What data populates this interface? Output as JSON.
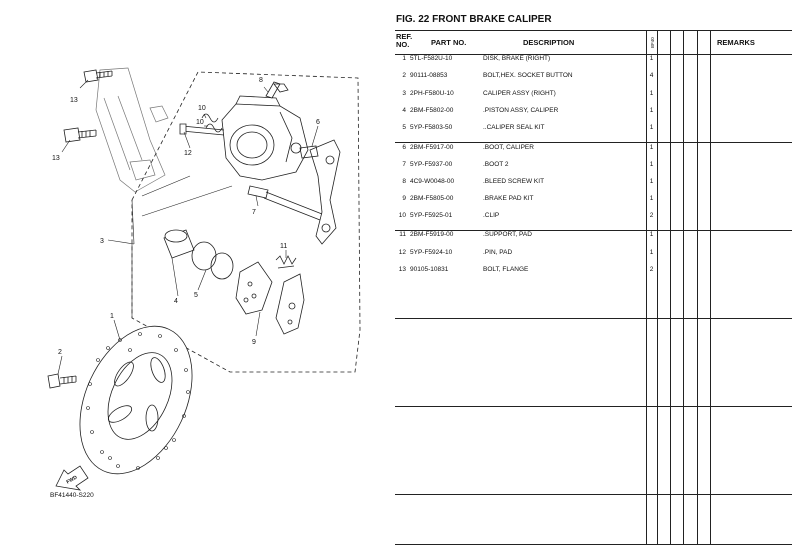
{
  "figure": {
    "title": "FIG. 22  FRONT BRAKE CALIPER"
  },
  "diagram": {
    "code": "BF41440-S220",
    "fwd_label": "FWD",
    "callouts": [
      "13",
      "13",
      "8",
      "10",
      "10",
      "12",
      "6",
      "7",
      "3",
      "11",
      "4",
      "5",
      "9",
      "1",
      "2"
    ]
  },
  "table": {
    "headers": {
      "ref_no": "REF.\nNO.",
      "part_no": "PART NO.",
      "description": "DESCRIPTION",
      "model_code": "BF40",
      "remarks": "REMARKS"
    },
    "rows": [
      {
        "ref": "1",
        "part": "5TL-F582U-10",
        "desc": "DISK, BRAKE (RIGHT)",
        "qty": "1"
      },
      {
        "ref": "2",
        "part": "90111-08853",
        "desc": "BOLT,HEX. SOCKET BUTTON",
        "qty": "4"
      },
      {
        "ref": "3",
        "part": "2PH-F580U-10",
        "desc": "CALIPER ASSY (RIGHT)",
        "qty": "1"
      },
      {
        "ref": "4",
        "part": "2BM-F5802-00",
        "desc": ".PISTON ASSY, CALIPER",
        "qty": "1"
      },
      {
        "ref": "5",
        "part": "5YP-F5803-50",
        "desc": "..CALIPER SEAL KIT",
        "qty": "1"
      },
      {
        "ref": "6",
        "part": "2BM-F5917-00",
        "desc": ".BOOT, CALIPER",
        "qty": "1"
      },
      {
        "ref": "7",
        "part": "5YP-F5937-00",
        "desc": ".BOOT 2",
        "qty": "1"
      },
      {
        "ref": "8",
        "part": "4C9-W0048-00",
        "desc": ".BLEED SCREW KIT",
        "qty": "1"
      },
      {
        "ref": "9",
        "part": "2BM-F5805-00",
        "desc": ".BRAKE PAD KIT",
        "qty": "1"
      },
      {
        "ref": "10",
        "part": "5YP-F5925-01",
        "desc": ".CLIP",
        "qty": "2"
      },
      {
        "ref": "11",
        "part": "2BM-F5919-00",
        "desc": ".SUPPORT, PAD",
        "qty": "1"
      },
      {
        "ref": "12",
        "part": "5YP-F5924-10",
        "desc": ".PIN, PAD",
        "qty": "1"
      },
      {
        "ref": "13",
        "part": "90105-10831",
        "desc": "BOLT, FLANGE",
        "qty": "2"
      }
    ]
  }
}
